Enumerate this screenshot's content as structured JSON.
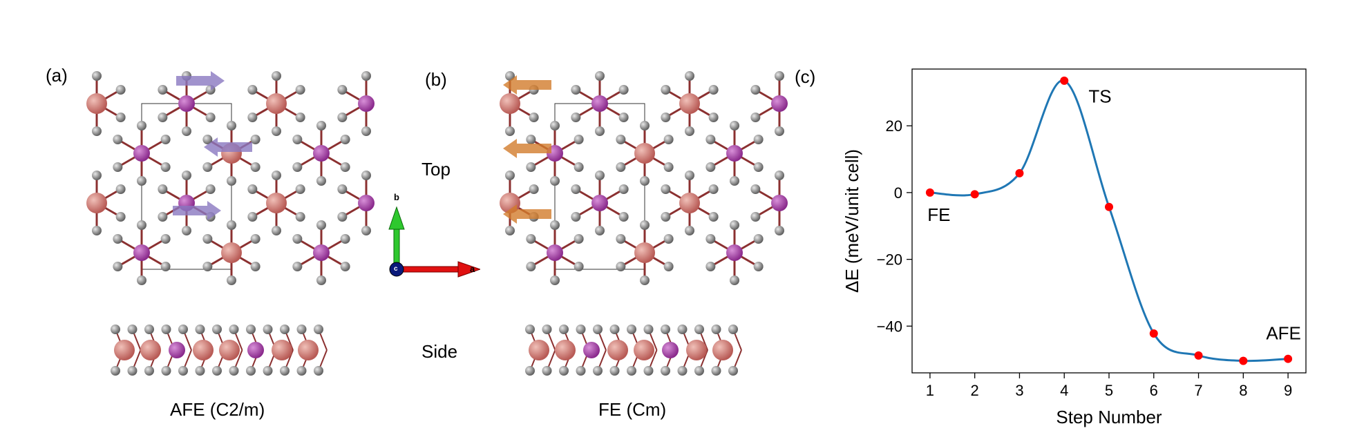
{
  "panels": {
    "a_label": "(a)",
    "b_label": "(b)",
    "c_label": "(c)"
  },
  "structure_labels": {
    "top": "Top",
    "side": "Side",
    "afe_caption": "AFE (C2/m)",
    "fe_caption": "FE (Cm)"
  },
  "axes_triad": {
    "b": "b",
    "a": "a",
    "c": "c"
  },
  "colors": {
    "curve": "#1f77b4",
    "marker": "#ff0000",
    "large_atom": "#b85a55",
    "purple_atom": "#8a2a8c",
    "small_atom": "#8c8c8c",
    "afe_arrow": "#8a78c0",
    "fe_arrow": "#d27c2c"
  },
  "chart_data": {
    "type": "line",
    "title": "",
    "xlabel": "Step Number",
    "ylabel": "ΔE (meV/unit cell)",
    "x": [
      1,
      2,
      3,
      4,
      5,
      6,
      7,
      8,
      9
    ],
    "y": [
      0.0,
      -0.5,
      5.8,
      33.5,
      -4.3,
      -42.2,
      -48.8,
      -50.4,
      -49.8
    ],
    "xlim": [
      0.6,
      9.4
    ],
    "ylim": [
      -54,
      37
    ],
    "xticks": [
      1,
      2,
      3,
      4,
      5,
      6,
      7,
      8,
      9
    ],
    "yticks": [
      20,
      0,
      -20,
      -40
    ],
    "ytick_labels": [
      "20",
      "0",
      "−20",
      "−40"
    ],
    "grid": false,
    "annotations": [
      {
        "text": "FE",
        "x": 1.2,
        "y": -8.5
      },
      {
        "text": "TS",
        "x": 4.8,
        "y": 27.0
      },
      {
        "text": "AFE",
        "x": 8.9,
        "y": -44.0
      }
    ]
  }
}
